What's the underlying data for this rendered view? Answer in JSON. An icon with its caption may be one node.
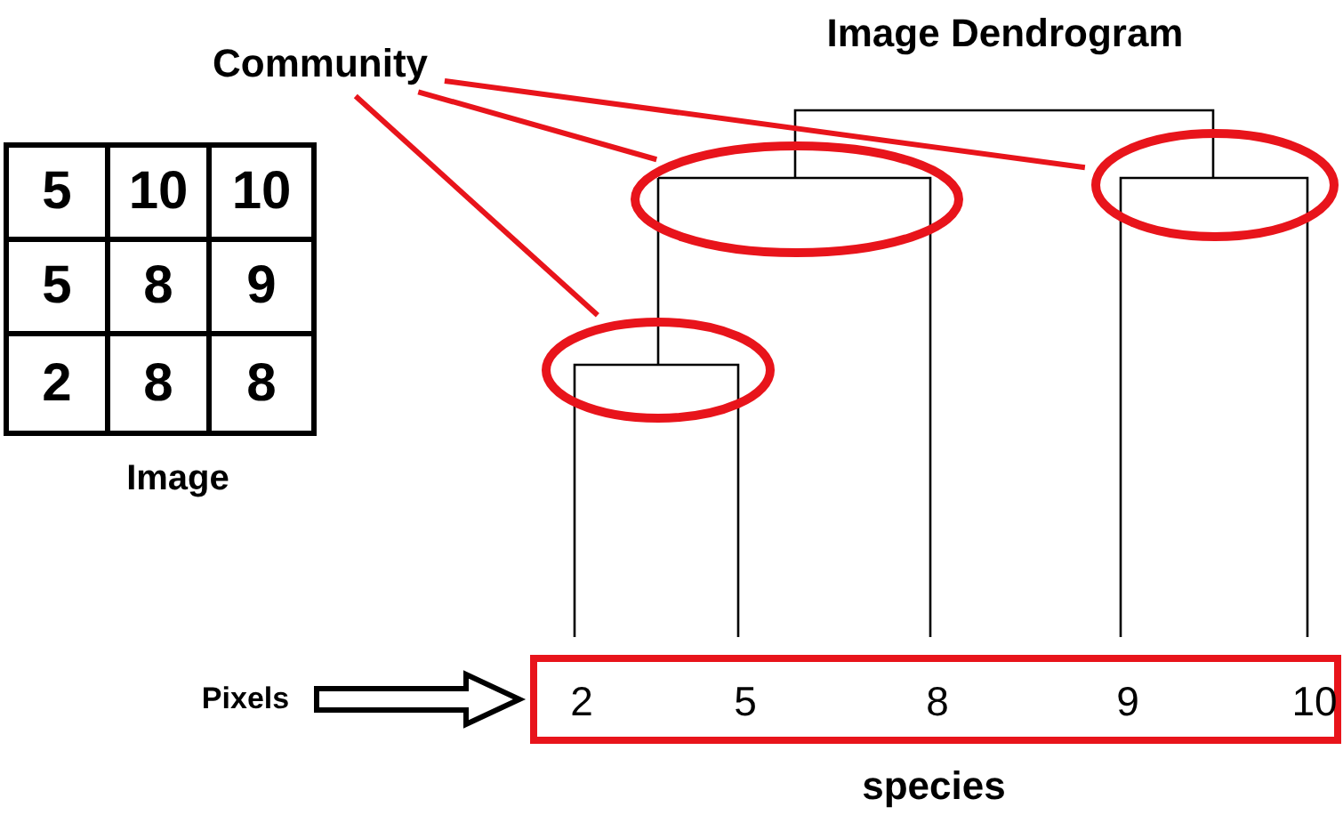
{
  "diagram": {
    "title": "Image Dendrogram",
    "nodes": [
      {
        "text": [
          "Community"
        ]
      },
      {
        "text": [],
        "shape": "ellipse"
      },
      {
        "text": [],
        "shape": "ellipse"
      },
      {
        "text": [],
        "shape": "ellipse"
      },
      {
        "text": [
          "Pixels"
        ]
      },
      {
        "text": [
          "2",
          "5",
          "8",
          "9",
          "10"
        ]
      }
    ],
    "edges": [
      {
        "from": 0,
        "to": 2,
        "arrow": "none"
      },
      {
        "from": 0,
        "to": 1,
        "arrow": "none"
      },
      {
        "from": 0,
        "to": 3,
        "arrow": "none"
      },
      {
        "from": 4,
        "to": 5,
        "arrow": "to",
        "color": "#000000"
      }
    ],
    "labels": [
      "5",
      "10",
      "10",
      "5",
      "8",
      "9",
      "2",
      "8",
      "8",
      "Image",
      "species"
    ]
  }
}
